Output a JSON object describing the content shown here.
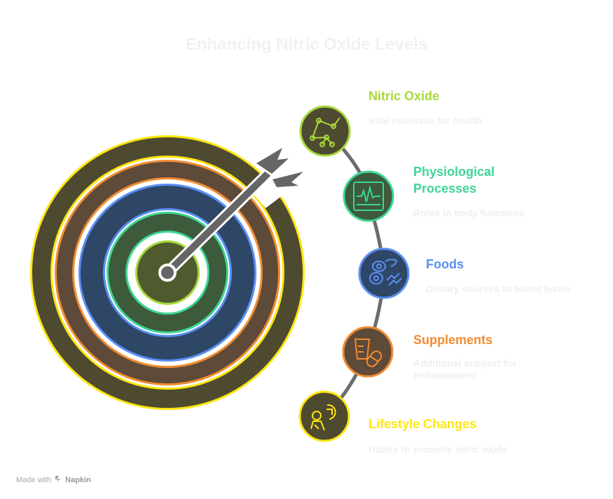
{
  "title": "Enhancing Nitric Oxide Levels",
  "colors": {
    "lime": "#a6d839",
    "teal": "#3ed597",
    "blue": "#5b8ff4",
    "orange": "#f28b30",
    "yellow": "#ffe60f",
    "ring_brown": "#5e4a38",
    "ring_olive": "#4e4a30",
    "ring_navy": "#2f4766",
    "ring_green": "#3d5a3a",
    "arrow_grey": "#666666"
  },
  "items": [
    {
      "label": "Nitric Oxide",
      "desc": "Vital molecule for health",
      "icon": "molecule-network-icon",
      "color": "#a6d839"
    },
    {
      "label": "Physiological\nProcesses",
      "desc": "Roles in body functions",
      "icon": "heartbeat-monitor-icon",
      "color": "#3ed597"
    },
    {
      "label": "Foods",
      "desc": "Dietary sources to boost levels",
      "icon": "food-items-icon",
      "color": "#5b8ff4"
    },
    {
      "label": "Supplements",
      "desc": "Additional support for\nenhancement",
      "icon": "pill-supplement-icon",
      "color": "#f28b30"
    },
    {
      "label": "Lifestyle Changes",
      "desc": "Habits to promote nitric oxide",
      "icon": "person-exercise-icon",
      "color": "#ffe60f"
    }
  ],
  "footer": {
    "made_with": "Made with",
    "brand": "Napkin"
  }
}
